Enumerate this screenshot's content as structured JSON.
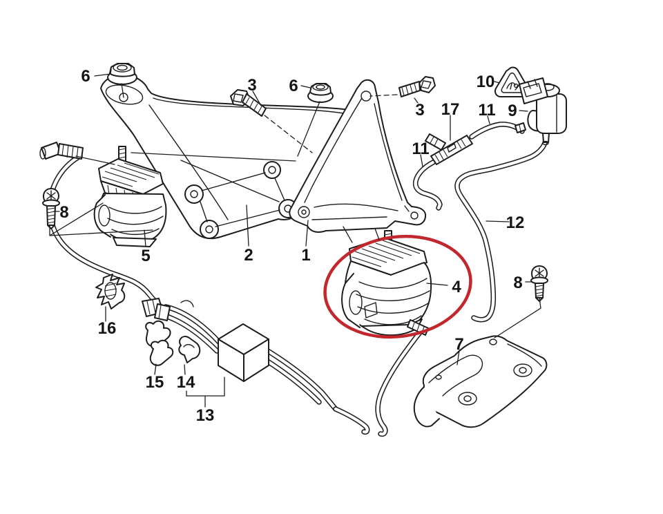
{
  "diagram": {
    "kind": "exploded-parts-diagram",
    "background_color": "#ffffff",
    "line_color": "#1c1c1c",
    "highlight": {
      "shape": "ellipse",
      "color": "#c2272d",
      "highlighted_callout": "4"
    },
    "icons": {
      "warning": "crush-hazard-triangle"
    },
    "callouts": {
      "c1": "1",
      "c2": "2",
      "c3a": "3",
      "c3b": "3",
      "c4": "4",
      "c5": "5",
      "c6a": "6",
      "c6b": "6",
      "c7": "7",
      "c8a": "8",
      "c8b": "8",
      "c9": "9",
      "c10": "10",
      "c11a": "11",
      "c11b": "11",
      "c12": "12",
      "c13": "13",
      "c14": "14",
      "c15": "15",
      "c16": "16",
      "c17": "17"
    }
  }
}
